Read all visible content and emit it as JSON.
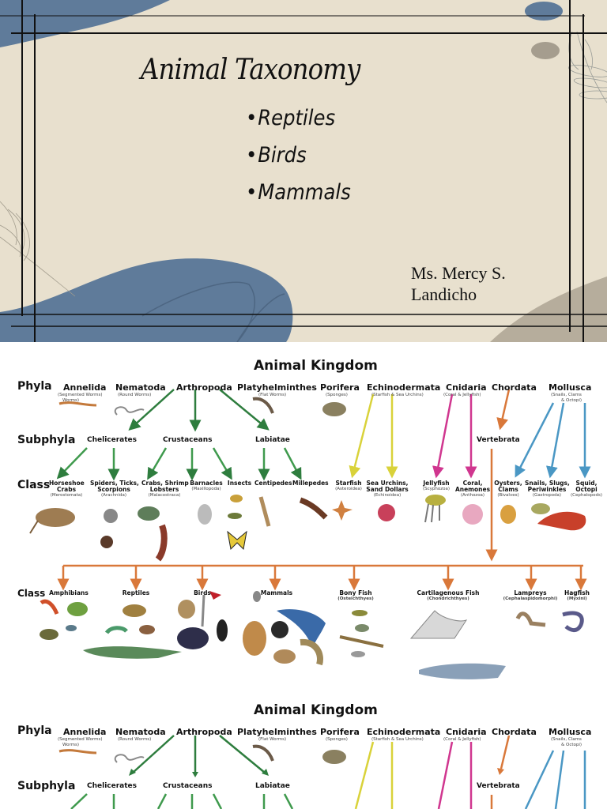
{
  "slide": {
    "title": "Animal Taxonomy",
    "bullets": [
      {
        "marker": "•",
        "text": "Reptiles"
      },
      {
        "marker": "•",
        "text": "Birds"
      },
      {
        "marker": "•",
        "text": "Mammals"
      }
    ],
    "author_line1": "Ms. Mercy S.",
    "author_line2": "Landicho",
    "colors": {
      "background": "#e8e0ce",
      "blob_blue": "#5f7b9a",
      "blob_taupe": "#a59d8e",
      "frame": "#111111"
    }
  },
  "diagram": {
    "heading": "Animal Kingdom",
    "rank_labels": {
      "phyla": "Phyla",
      "subphyla": "Subphyla",
      "class": "Class"
    },
    "phyla": [
      {
        "name": "Annelida",
        "common": "(Segmented Worms)",
        "common2": "Worms)"
      },
      {
        "name": "Nematoda",
        "common": "(Round Worms)"
      },
      {
        "name": "Arthropoda",
        "common": ""
      },
      {
        "name": "Platyhelminthes",
        "common": "(Flat Worms)"
      },
      {
        "name": "Porifera",
        "common": "(Sponges)"
      },
      {
        "name": "Echinodermata",
        "common": "(Starfish & Sea Urchins)"
      },
      {
        "name": "Cnidaria",
        "common": "(Coral & Jellyfish)"
      },
      {
        "name": "Chordata",
        "common": ""
      },
      {
        "name": "Mollusca",
        "common": "(Snails, Clams",
        "common2": "& Octopi)"
      }
    ],
    "subphyla": [
      "Chelicerates",
      "Crustaceans",
      "Labiatae",
      "Vertebrata"
    ],
    "invertebrate_classes": [
      {
        "line1": "Horseshoe",
        "line2": "Crabs",
        "sci": "(Merostomata)"
      },
      {
        "line1": "Spiders, Ticks,",
        "line2": "Scorpions",
        "sci": "(Arachnida)"
      },
      {
        "line1": "Crabs, Shrimp",
        "line2": "Lobsters",
        "sci": "(Malacostraca)"
      },
      {
        "line1": "Barnacles",
        "line2": "",
        "sci": "(Maxillopoda)"
      },
      {
        "line1": "Insects",
        "line2": "",
        "sci": ""
      },
      {
        "line1": "Centipedes",
        "line2": "",
        "sci": ""
      },
      {
        "line1": "Millepedes",
        "line2": "",
        "sci": ""
      },
      {
        "line1": "Starfish",
        "line2": "",
        "sci": "(Asteroidea)"
      },
      {
        "line1": "Sea Urchins,",
        "line2": "Sand Dollars",
        "sci": "(Echinoidea)"
      },
      {
        "line1": "Jellyfish",
        "line2": "",
        "sci": "(Scyphozoa)"
      },
      {
        "line1": "Coral,",
        "line2": "Anemones",
        "sci": "(Anthozoa)"
      },
      {
        "line1": "Oysters,",
        "line2": "Clams",
        "sci": "(Bivalves)"
      },
      {
        "line1": "Snails, Slugs,",
        "line2": "Periwinkles",
        "sci": "(Gastropoda)"
      },
      {
        "line1": "Squid,",
        "line2": "Octopi",
        "sci": "(Cephalopods)"
      }
    ],
    "vertebrate_classes": [
      {
        "name": "Amphibians",
        "sci": ""
      },
      {
        "name": "Reptiles",
        "sci": ""
      },
      {
        "name": "Birds",
        "sci": ""
      },
      {
        "name": "Mammals",
        "sci": ""
      },
      {
        "name": "Bony Fish",
        "sci": "(Osteichthyes)"
      },
      {
        "name": "Cartilagenous Fish",
        "sci": "(Chondrichthyes)"
      },
      {
        "name": "Lampreys",
        "sci": "(Cephalaspidomorphi)"
      },
      {
        "name": "Hagfish",
        "sci": "(Myxini)"
      }
    ],
    "colors": {
      "arthropod_arrows": "#2e7d3e",
      "echinoderm_arrows": "#d9d23a",
      "cnidaria_arrows": "#d0368f",
      "chordata_arrows": "#d9783a",
      "mollusca_arrows": "#4a97c4"
    }
  }
}
